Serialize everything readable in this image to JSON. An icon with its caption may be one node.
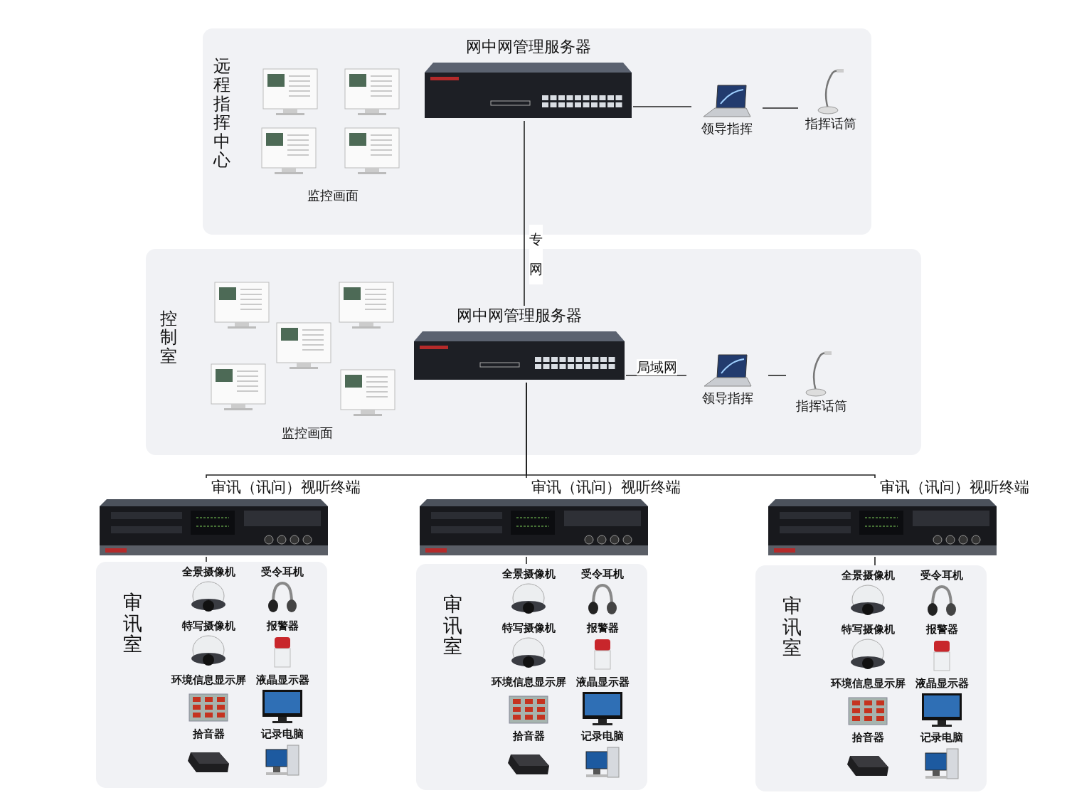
{
  "diagram": {
    "nodes": [
      {
        "text": [
          "远程指挥中心"
        ]
      },
      {
        "text": [
          "监控画面"
        ],
        "in": 0
      },
      {
        "text": [
          "网中网管理服务器"
        ],
        "in": 0
      },
      {
        "text": [
          "领导指挥"
        ],
        "in": 0
      },
      {
        "text": [
          "指挥话筒"
        ],
        "in": 0
      },
      {
        "text": [
          "控制室"
        ]
      },
      {
        "text": [
          "监控画面"
        ],
        "in": 5
      },
      {
        "text": [
          "网中网管理服务器"
        ],
        "in": 5
      },
      {
        "text": [
          "领导指挥"
        ],
        "in": 5
      },
      {
        "text": [
          "指挥话筒"
        ],
        "in": 5
      },
      {
        "text": [
          "审讯（讯问）视听终端"
        ]
      },
      {
        "text": [
          "审讯室"
        ]
      },
      {
        "text": [
          "全景摄像机"
        ],
        "in": 11
      },
      {
        "text": [
          "受令耳机"
        ],
        "in": 11
      },
      {
        "text": [
          "特写摄像机"
        ],
        "in": 11
      },
      {
        "text": [
          "报警器"
        ],
        "in": 11
      },
      {
        "text": [
          "环境信息显示屏"
        ],
        "in": 11
      },
      {
        "text": [
          "液晶显示器"
        ],
        "in": 11
      },
      {
        "text": [
          "拾音器"
        ],
        "in": 11
      },
      {
        "text": [
          "记录电脑"
        ],
        "in": 11
      },
      {
        "text": [
          "审讯（讯问）视听终端"
        ]
      },
      {
        "text": [
          "审讯室"
        ]
      },
      {
        "text": [
          "全景摄像机"
        ],
        "in": 21
      },
      {
        "text": [
          "受令耳机"
        ],
        "in": 21
      },
      {
        "text": [
          "特写摄像机"
        ],
        "in": 21
      },
      {
        "text": [
          "报警器"
        ],
        "in": 21
      },
      {
        "text": [
          "环境信息显示屏"
        ],
        "in": 21
      },
      {
        "text": [
          "液晶显示器"
        ],
        "in": 21
      },
      {
        "text": [
          "拾音器"
        ],
        "in": 21
      },
      {
        "text": [
          "记录电脑"
        ],
        "in": 21
      },
      {
        "text": [
          "审讯（讯问）视听终端"
        ]
      },
      {
        "text": [
          "审讯室"
        ]
      },
      {
        "text": [
          "全景摄像机"
        ],
        "in": 31
      },
      {
        "text": [
          "受令耳机"
        ],
        "in": 31
      },
      {
        "text": [
          "特写摄像机"
        ],
        "in": 31
      },
      {
        "text": [
          "报警器"
        ],
        "in": 31
      },
      {
        "text": [
          "环境信息显示屏"
        ],
        "in": 31
      },
      {
        "text": [
          "液晶显示器"
        ],
        "in": 31
      },
      {
        "text": [
          "拾音器"
        ],
        "in": 31
      },
      {
        "text": [
          "记录电脑"
        ],
        "in": 31
      }
    ],
    "edges": [
      {
        "from": 2,
        "to": 3,
        "arrow": "none"
      },
      {
        "from": 3,
        "to": 4,
        "arrow": "none"
      },
      {
        "from": 2,
        "to": 7,
        "arrow": "none",
        "label": "专网"
      },
      {
        "from": 7,
        "to": 8,
        "arrow": "none",
        "label": "局域网"
      },
      {
        "from": 8,
        "to": 9,
        "arrow": "none"
      },
      {
        "from": 7,
        "to": 10,
        "arrow": "none"
      },
      {
        "from": 7,
        "to": 20,
        "arrow": "none"
      },
      {
        "from": 7,
        "to": 30,
        "arrow": "none"
      },
      {
        "from": 10,
        "to": 11,
        "arrow": "none"
      },
      {
        "from": 20,
        "to": 21,
        "arrow": "none"
      },
      {
        "from": 30,
        "to": 31,
        "arrow": "none"
      }
    ]
  }
}
